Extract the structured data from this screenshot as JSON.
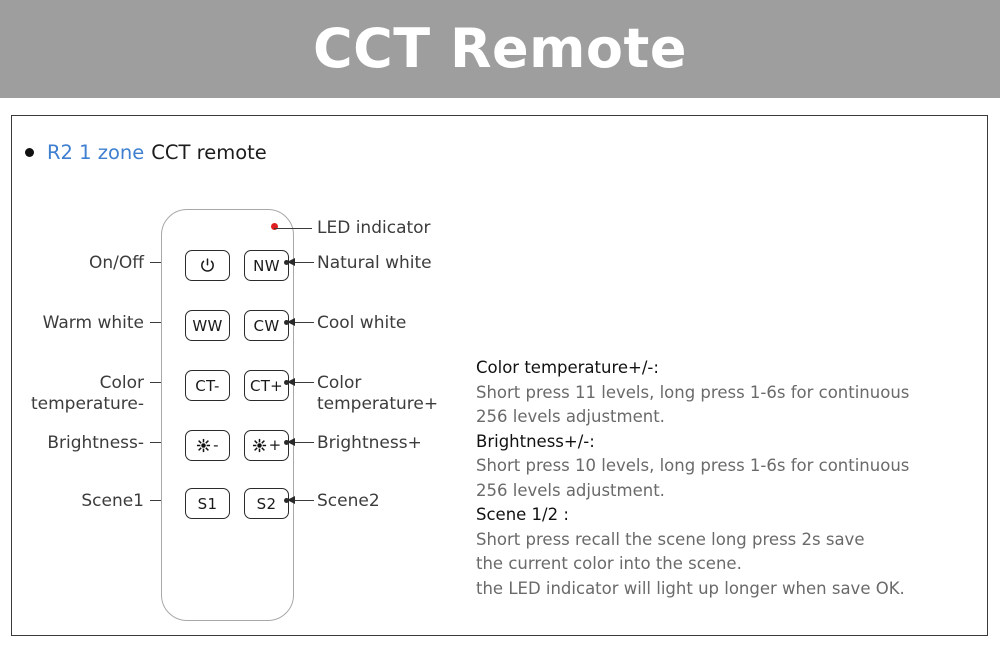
{
  "header": {
    "title": "CCT Remote",
    "background": "#9e9e9e",
    "text_color": "#ffffff"
  },
  "bullet": {
    "model": "R2 1 zone",
    "rest": "CCT remote",
    "model_color": "#3f7fd0"
  },
  "remote": {
    "led_indicator_color": "#e02020",
    "buttons": [
      {
        "key": "power",
        "label": "",
        "icon": "power-icon",
        "col": "left",
        "row": 1
      },
      {
        "key": "natural",
        "label": "NW",
        "icon": "",
        "col": "right",
        "row": 1
      },
      {
        "key": "warm-white",
        "label": "WW",
        "icon": "",
        "col": "left",
        "row": 2
      },
      {
        "key": "cool-white",
        "label": "CW",
        "icon": "",
        "col": "right",
        "row": 2
      },
      {
        "key": "ct-minus",
        "label": "CT-",
        "icon": "",
        "col": "left",
        "row": 3
      },
      {
        "key": "ct-plus",
        "label": "CT+",
        "icon": "",
        "col": "right",
        "row": 3
      },
      {
        "key": "bright-minus",
        "label": "-",
        "icon": "brightness-icon",
        "col": "left",
        "row": 4
      },
      {
        "key": "bright-plus",
        "label": "+",
        "icon": "brightness-icon",
        "col": "right",
        "row": 4
      },
      {
        "key": "scene1",
        "label": "S1",
        "icon": "",
        "col": "left",
        "row": 5
      },
      {
        "key": "scene2",
        "label": "S2",
        "icon": "",
        "col": "right",
        "row": 5
      }
    ]
  },
  "callouts": {
    "left": [
      {
        "text": "On/Off"
      },
      {
        "text": "Warm white"
      },
      {
        "text": "Color temperature-"
      },
      {
        "text": "Brightness-"
      },
      {
        "text": "Scene1"
      }
    ],
    "right": [
      {
        "text": "LED indicator"
      },
      {
        "text": "Natural white"
      },
      {
        "text": "Cool white"
      },
      {
        "text": "Color temperature+"
      },
      {
        "text": "Brightness+"
      },
      {
        "text": "Scene2"
      }
    ]
  },
  "description": {
    "blocks": [
      {
        "heading": "Color temperature+/-:",
        "lines": [
          "Short press 11 levels, long press 1-6s for continuous",
          "256 levels adjustment."
        ]
      },
      {
        "heading": "Brightness+/-:",
        "lines": [
          "Short press 10 levels, long press 1-6s for continuous",
          "256 levels adjustment."
        ]
      },
      {
        "heading": "Scene 1/2 :",
        "lines": [
          "Short press recall the scene long press 2s save",
          "the current color into the scene.",
          "the LED indicator will light up longer when save OK."
        ]
      }
    ]
  }
}
